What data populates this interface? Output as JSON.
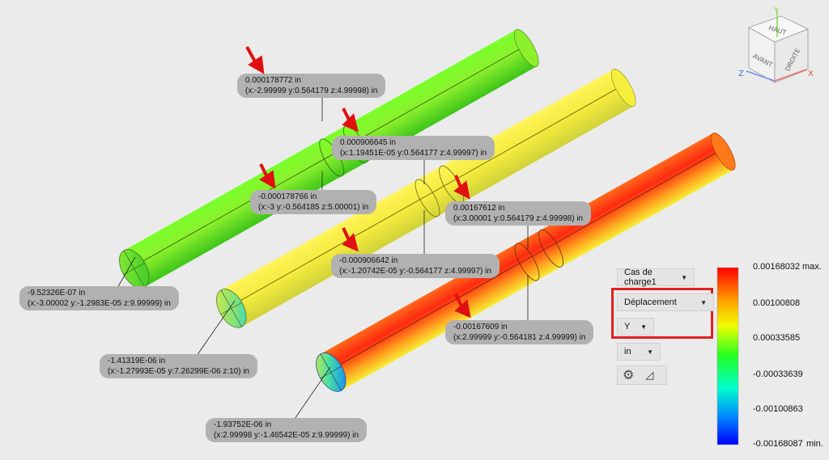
{
  "probes": [
    {
      "value": "0.000178772 in",
      "coords": "(x:-2.99999 y:0.564179 z:4.99998) in"
    },
    {
      "value": "0.000906645 in",
      "coords": "(x:1.19451E-05 y:0.564177 z:4.99997) in"
    },
    {
      "value": "-0.000178766 in",
      "coords": "(x:-3 y:-0.564185 z:5.00001) in"
    },
    {
      "value": "0.00167612 in",
      "coords": "(x:3.00001 y:0.564179 z:4.99998) in"
    },
    {
      "value": "-0.000906642 in",
      "coords": "(x:-1.20742E-05 y:-0.564177 z:4.99997) in"
    },
    {
      "value": "-0.00167609 in",
      "coords": "(x:2.99999 y:-0.564181 z:4.99999) in"
    },
    {
      "value": "-9.52326E-07 in",
      "coords": "(x:-3.00002 y:-1.2983E-05 z:9.99999) in"
    },
    {
      "value": "-1.41319E-06 in",
      "coords": "(x:-1.27993E-05 y:7.26299E-06 z:10) in"
    },
    {
      "value": "-1.93752E-06 in",
      "coords": "(x:2.99998 y:-1.46542E-05 z:9.99999) in"
    }
  ],
  "panel": {
    "load_case": "Cas de charge1",
    "result_type": "Déplacement",
    "component": "Y",
    "units": "in"
  },
  "legend": {
    "max_label": "max.",
    "min_label": "min.",
    "ticks": [
      "0.00168032",
      "0.00100808",
      "0.00033585",
      "-0.00033639",
      "-0.00100863",
      "-0.00168087"
    ]
  },
  "viewcube": {
    "top": "HAUT",
    "front": "AVANT",
    "right": "DROITE",
    "axis_y": "Y",
    "axis_x": "X",
    "axis_z": "Z"
  },
  "colors": {
    "highlight": "#e02020",
    "arrow": "#e01010",
    "probe_bg": "#b1b1b1"
  }
}
